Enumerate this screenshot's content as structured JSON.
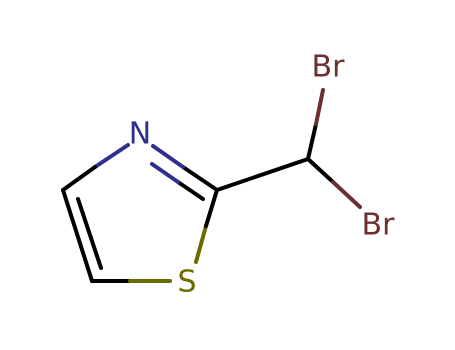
{
  "molecule": {
    "atoms": {
      "N": {
        "symbol": "N"
      },
      "S": {
        "symbol": "S"
      },
      "Br_top": {
        "symbol": "Br"
      },
      "Br_right": {
        "symbol": "Br"
      }
    },
    "colors": {
      "carbon_bond": "#000000",
      "nitrogen": "#2f2f8f",
      "sulfur": "#6b6b00",
      "bromine": "#6b2f2f"
    }
  }
}
